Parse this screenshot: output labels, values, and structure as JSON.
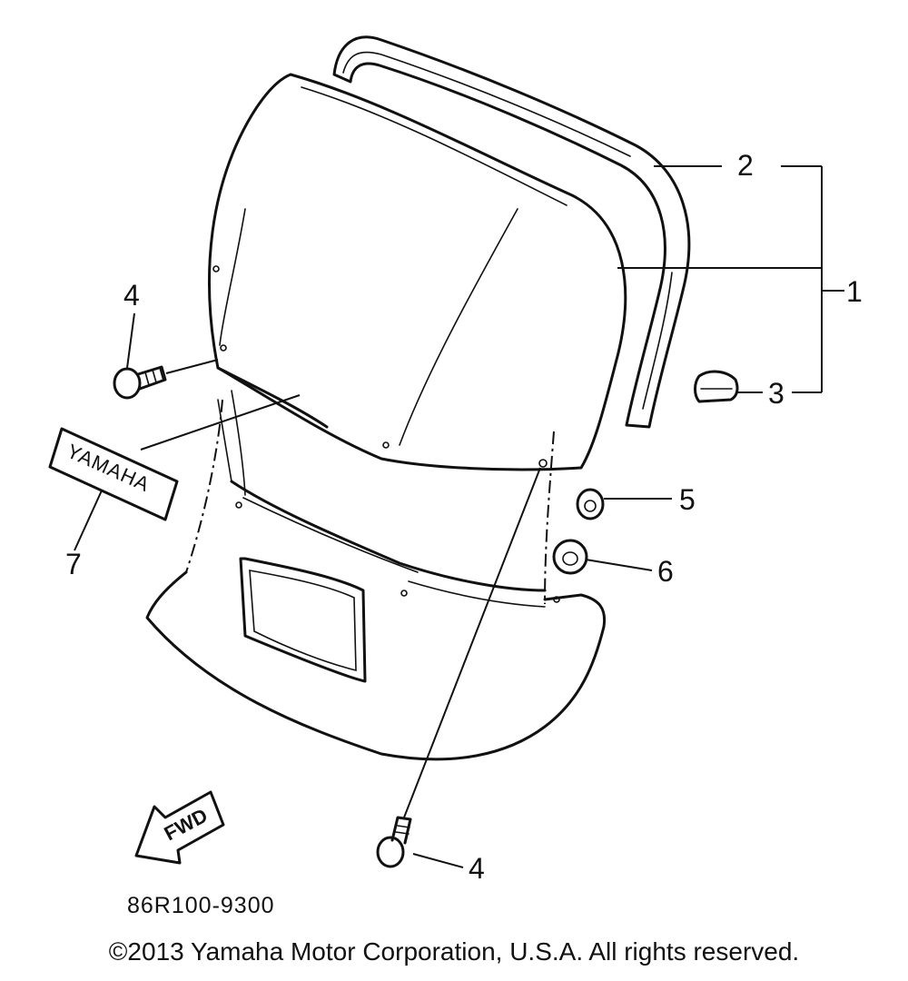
{
  "diagram": {
    "callouts": {
      "c1": "1",
      "c2": "2",
      "c3": "3",
      "c4_top": "4",
      "c4_bottom": "4",
      "c5": "5",
      "c6": "6",
      "c7": "7"
    },
    "emblem_text": "YAMAHA",
    "fwd_text": "FWD",
    "diagram_code": "86R100-9300"
  },
  "footer": {
    "copyright": "©2013 Yamaha Motor Corporation, U.S.A. All rights reserved."
  }
}
